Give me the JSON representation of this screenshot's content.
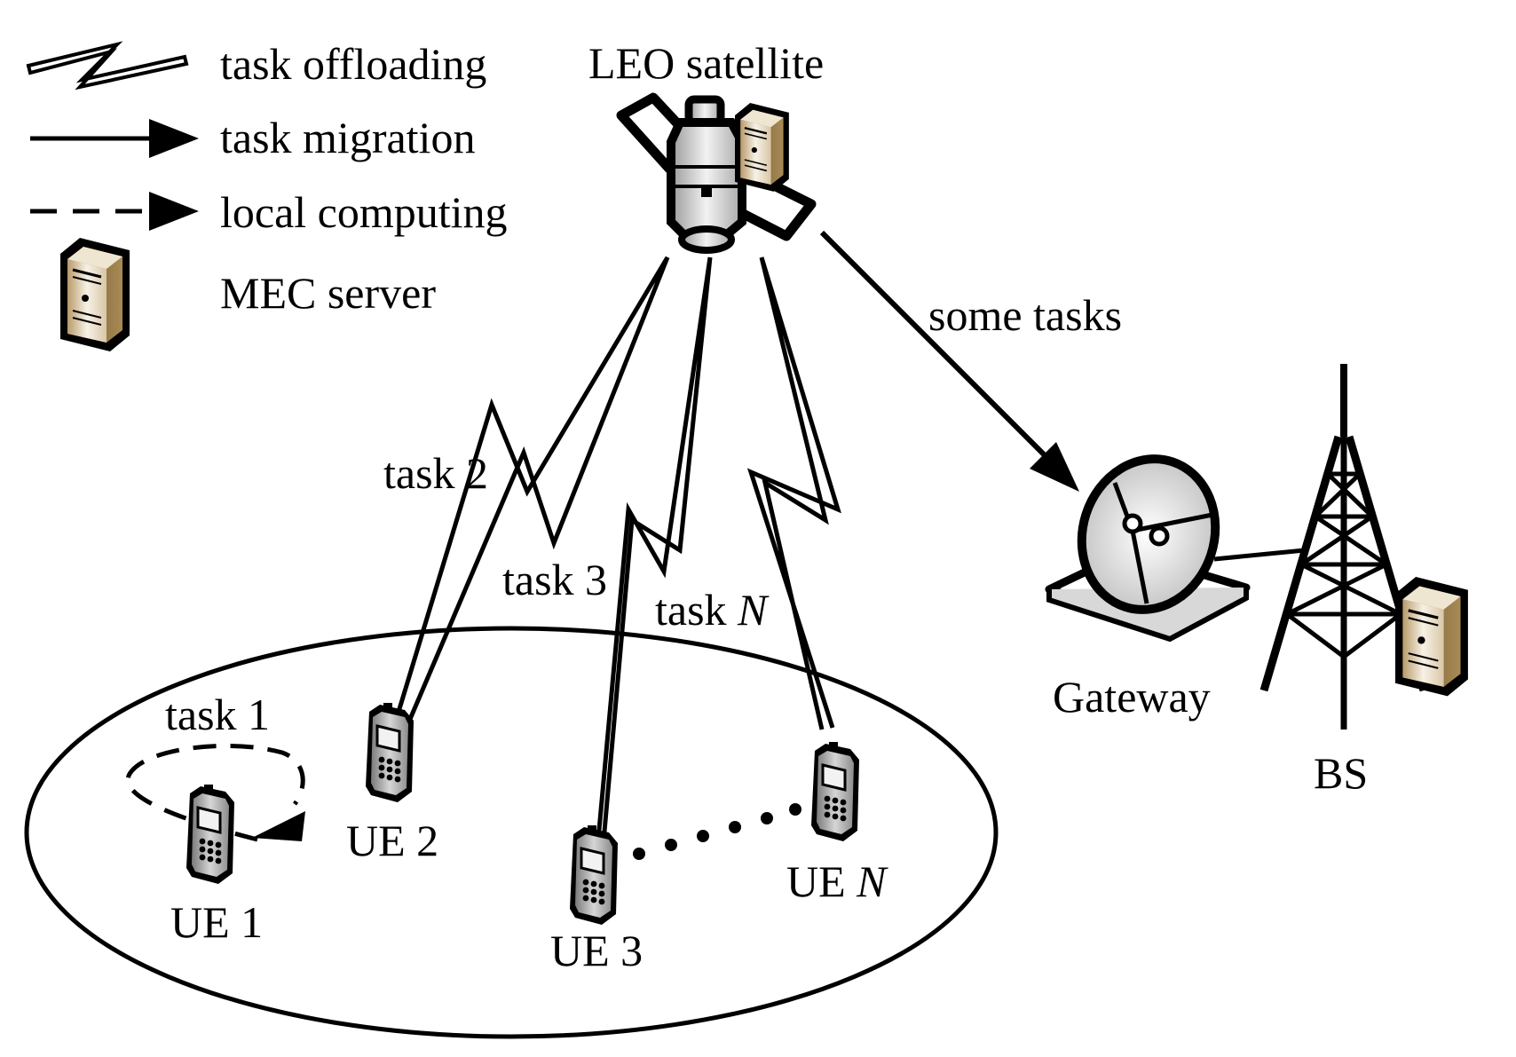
{
  "legend": {
    "task_offloading": "task offloading",
    "task_migration": "task migration",
    "local_computing": "local computing",
    "mec_server": "MEC server"
  },
  "satellite": {
    "label": "LEO satellite"
  },
  "gateway": {
    "label": "Gateway"
  },
  "base_station": {
    "label": "BS"
  },
  "migration_label": "some tasks",
  "tasks": {
    "task1": "task 1",
    "task2": "task 2",
    "task3": "task 3",
    "taskN_prefix": "task ",
    "taskN_var": "N"
  },
  "ues": {
    "ue1": "UE 1",
    "ue2": "UE 2",
    "ue3": "UE 3",
    "ueN_prefix": "UE ",
    "ueN_var": "N"
  },
  "colors": {
    "line": "#000000",
    "server_light": "#f3ece0",
    "server_dark": "#8a6d3b",
    "device_gray": "#bdbdbd"
  }
}
